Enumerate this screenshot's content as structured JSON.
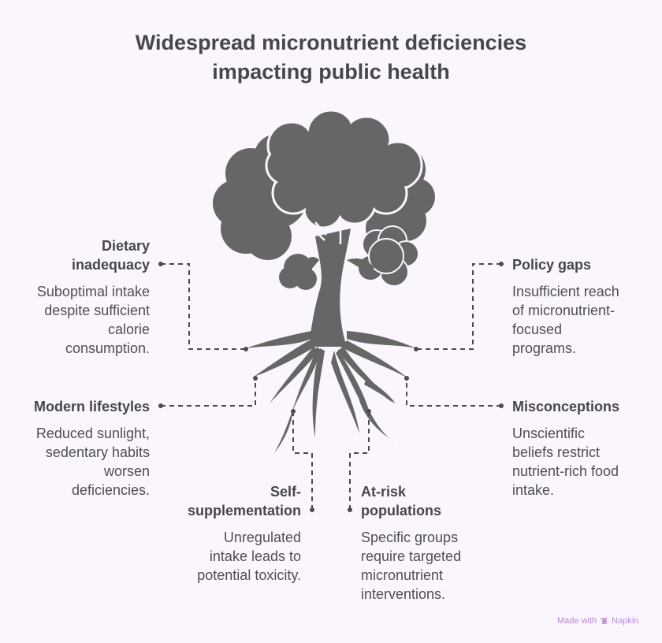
{
  "title": {
    "line1": "Widespread micronutrient deficiencies",
    "line2": "impacting public health"
  },
  "illustration": {
    "subject": "tree-with-roots-icon",
    "color": "#666666"
  },
  "items": [
    {
      "id": "dietary",
      "heading_lines": [
        "Dietary",
        "inadequacy"
      ],
      "description_lines": [
        "Suboptimal intake",
        "despite sufficient",
        "calorie",
        "consumption."
      ]
    },
    {
      "id": "policy",
      "heading_lines": [
        "Policy gaps"
      ],
      "description_lines": [
        "Insufficient reach",
        "of micronutrient-",
        "focused",
        "programs."
      ]
    },
    {
      "id": "modern",
      "heading_lines": [
        "Modern lifestyles"
      ],
      "description_lines": [
        "Reduced sunlight,",
        "sedentary habits",
        "worsen",
        "deficiencies."
      ]
    },
    {
      "id": "misconceptions",
      "heading_lines": [
        "Misconceptions"
      ],
      "description_lines": [
        "Unscientific",
        "beliefs restrict",
        "nutrient-rich food",
        "intake."
      ]
    },
    {
      "id": "self",
      "heading_lines": [
        "Self-",
        "supplementation"
      ],
      "description_lines": [
        "Unregulated",
        "intake leads to",
        "potential toxicity."
      ]
    },
    {
      "id": "atrisk",
      "heading_lines": [
        "At-risk",
        "populations"
      ],
      "description_lines": [
        "Specific groups",
        "require targeted",
        "micronutrient",
        "interventions."
      ]
    }
  ],
  "footer": {
    "prefix": "Made with",
    "brand": "Napkin",
    "icon": "napkin-logo-icon"
  },
  "colors": {
    "background": "#fbf6fd",
    "ink": "#46464b",
    "tree": "#666666",
    "connector": "#4a4a50",
    "footer": "#b38ad6"
  }
}
